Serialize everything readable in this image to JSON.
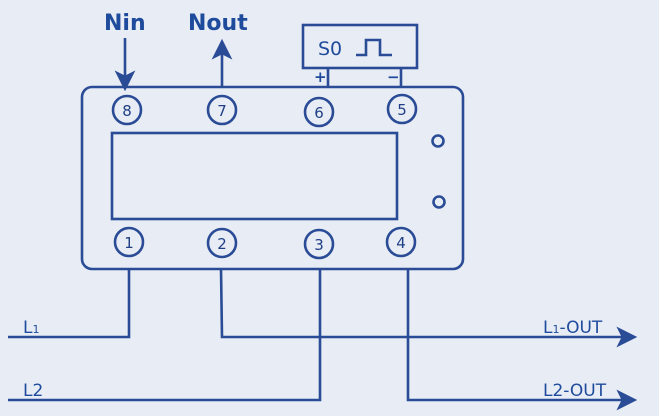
{
  "diagram": {
    "title": "Energy meter wiring diagram",
    "colors": {
      "background": "#e8ecf5",
      "line": "#2a4b95",
      "text": "#1f4b9c"
    },
    "top_labels": {
      "nin": "Nin",
      "nout": "Nout"
    },
    "pulse_output": {
      "label": "S0",
      "plus": "+",
      "minus": "−"
    },
    "terminals_top": [
      "8",
      "7",
      "6",
      "5"
    ],
    "terminals_bottom": [
      "1",
      "2",
      "3",
      "4"
    ],
    "lines": {
      "l1": {
        "main": "L",
        "sub": "1"
      },
      "l2": {
        "main": "L",
        "sub": "2"
      },
      "l1_out": {
        "main": "L",
        "sub": "1",
        "suffix": "-OUT"
      },
      "l2_out": {
        "main": "L2",
        "suffix": "-OUT"
      }
    }
  }
}
